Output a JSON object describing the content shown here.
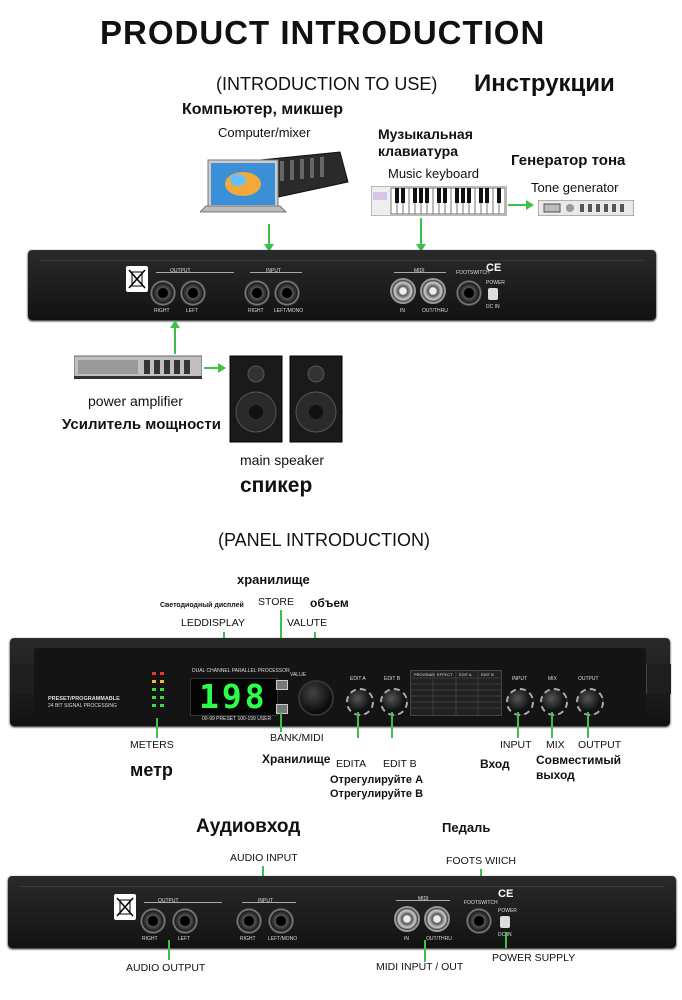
{
  "title": "PRODUCT INTRODUCTION",
  "section1": {
    "heading": "(INTRODUCTION TO USE)",
    "heading_ru": "Инструкции",
    "computer_ru": "Компьютер, микшер",
    "computer_en": "Computer/mixer",
    "keyboard_ru_1": "Музыкальная",
    "keyboard_ru_2": "клавиатура",
    "keyboard_en": "Music keyboard",
    "tone_ru": "Генератор тона",
    "tone_en": "Tone generator",
    "amp_en": "power amplifier",
    "amp_ru": "Усилитель мощности",
    "speaker_en": "main speaker",
    "speaker_ru": "спикер"
  },
  "rear_panel": {
    "output": "OUTPUT",
    "input": "INPUT",
    "midi": "MIDI",
    "footswitch": "FOOTSWITCH",
    "power": "POWER",
    "right": "RIGHT",
    "left": "LEFT",
    "left_mono": "LEFT/MONO",
    "in": "IN",
    "out_thru": "OUT/THRU",
    "dc_in": "DC IN",
    "ce": "CE"
  },
  "section2": {
    "heading": "(PANEL INTRODUCTION)",
    "store_ru": "хранилище",
    "led_ru": "Светодиодный дисплей",
    "store_en": "STORE",
    "volume_ru": "объем",
    "led_en": "LEDDISPLAY",
    "valute_en": "VALUTE",
    "meters_en": "METERS",
    "meters_ru": "метр",
    "bank_en": "BANK/MIDI",
    "bank_ru": "Хранилище",
    "edita_en": "EDITA",
    "editb_en": "EDIT B",
    "edit_ru_1": "Отрегулируйте А",
    "edit_ru_2": "Отрегулируйте В",
    "input_en": "INPUT",
    "mix_en": "MIX",
    "output_en": "OUTPUT",
    "input_ru": "Вход",
    "mix_ru_1": "Совместимый",
    "mix_ru_2": "выход"
  },
  "front_panel": {
    "display_value": "198",
    "brand_1": "PRESET/PROGRAMMABLE",
    "brand_2": "24 BIT SIGNAL PROCESSING",
    "dual_channel": "DUAL CHANNEL PARALLEL PROCESSOR",
    "preset_note": "00-99 PRESET 100-199 USER",
    "value": "VALUE",
    "edit_a": "EDIT A",
    "edit_b": "EDIT B",
    "input": "INPUT",
    "mix": "MIX",
    "output": "OUTPUT",
    "table_headers": [
      "PROGRAM",
      "EFFECT",
      "EDIT A",
      "EDIT B"
    ]
  },
  "section3": {
    "audio_in_ru": "Аудиовход",
    "pedal_ru": "Педаль",
    "audio_input_en": "AUDIO INPUT",
    "foots_en": "FOOTS WIICH",
    "audio_output_en": "AUDIO OUTPUT",
    "midi_io_en": "MIDI  INPUT / OUT",
    "power_supply_en": "POWER SUPPLY"
  },
  "colors": {
    "accent": "#3ec04a",
    "panel": "#1a1a1a",
    "display": "#2cff4a"
  }
}
